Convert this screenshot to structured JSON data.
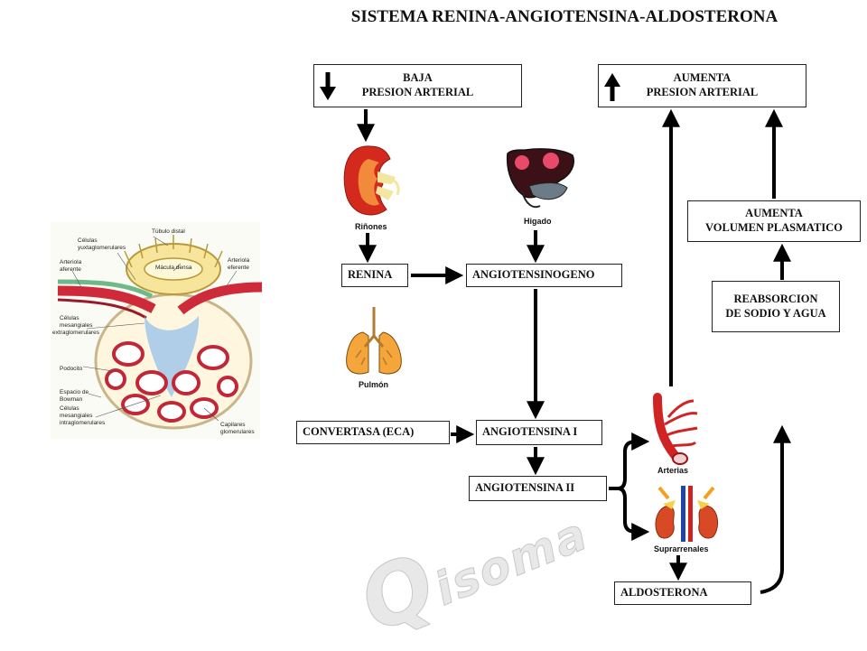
{
  "title": "SISTEMA RENINA-ANGIOTENSINA-ALDOSTERONA",
  "boxes": {
    "baja": {
      "line1": "BAJA",
      "line2": "PRESION ARTERIAL"
    },
    "aumenta_presion": {
      "line1": "AUMENTA",
      "line2": "PRESION ARTERIAL"
    },
    "aumenta_volumen": {
      "line1": "AUMENTA",
      "line2": "VOLUMEN PLASMATICO"
    },
    "reabsorcion": {
      "line1": "REABSORCION",
      "line2": "DE SODIO Y AGUA"
    },
    "renina": "RENINA",
    "angiotensinogeno": "ANGIOTENSINOGENO",
    "convertasa": "CONVERTASA (ECA)",
    "angiotensina1": "ANGIOTENSINA  I",
    "angiotensina2": "ANGIOTENSINA  II",
    "aldosterona": "ALDOSTERONA"
  },
  "organs": {
    "rinones": "Riñones",
    "higado": "Higado",
    "pulmon": "Pulmón",
    "arterias": "Arterias",
    "suprarrenales": "Suprarrenales"
  },
  "histology": {
    "tubulo_distal": "Túbulo distal",
    "celulas_yuxta_1": "Células",
    "celulas_yuxta_2": "yuxtaglomerulares",
    "arteriola_aferente_1": "Arteriola",
    "arteriola_aferente_2": "aferente",
    "macula_densa": "Mácula densa",
    "arteriola_eferente_1": "Arteriola",
    "arteriola_eferente_2": "eferente",
    "mesangiales_extra_1": "Células",
    "mesangiales_extra_2": "mesangiales",
    "mesangiales_extra_3": "extraglomerulares",
    "podocito": "Podocito",
    "espacio_bowman_1": "Espacio de",
    "espacio_bowman_2": "Bowman",
    "mesangiales_intra_1": "Células",
    "mesangiales_intra_2": "mesangiales",
    "mesangiales_intra_3": "intraglomerulares",
    "capilares_1": "Capilares",
    "capilares_2": "glomerulares"
  },
  "watermark": {
    "big": "Q",
    "small": "isoma"
  }
}
